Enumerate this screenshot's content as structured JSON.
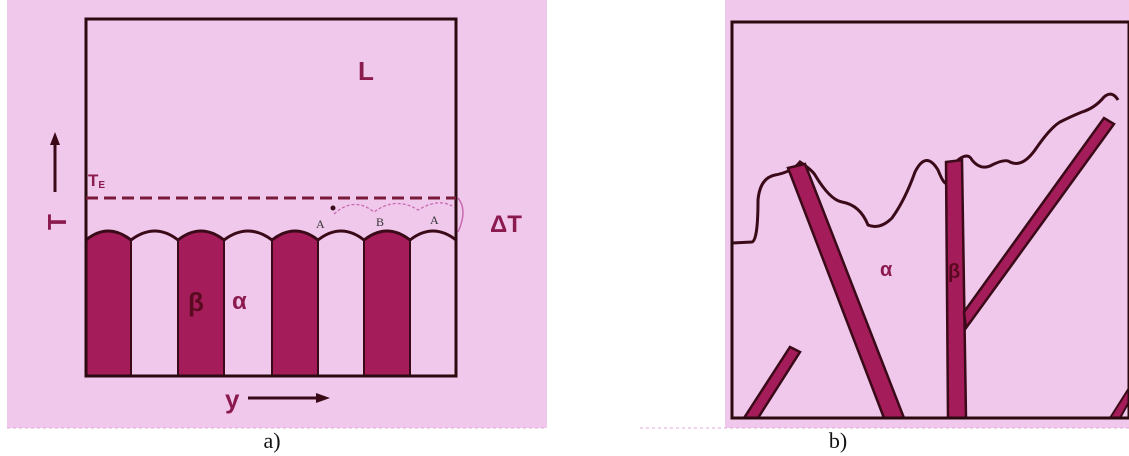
{
  "panel_a": {
    "label_liquid": "L",
    "label_eutectic_T": "T",
    "label_eutectic_sub": "E",
    "label_T_axis": "T",
    "label_y_axis": "y",
    "label_delta_T": "ΔT",
    "label_beta": "β",
    "label_alpha": "α",
    "point_A": "A",
    "point_B": "B",
    "point_A2": "A",
    "caption": "a)"
  },
  "panel_b": {
    "label_alpha": "α",
    "label_beta": "β",
    "caption": "b)"
  },
  "colors": {
    "background": "#f0c8ec",
    "phase_beta": "#a51c5a",
    "outline": "#3a0a18",
    "dashed_line": "#7a1a3a"
  }
}
